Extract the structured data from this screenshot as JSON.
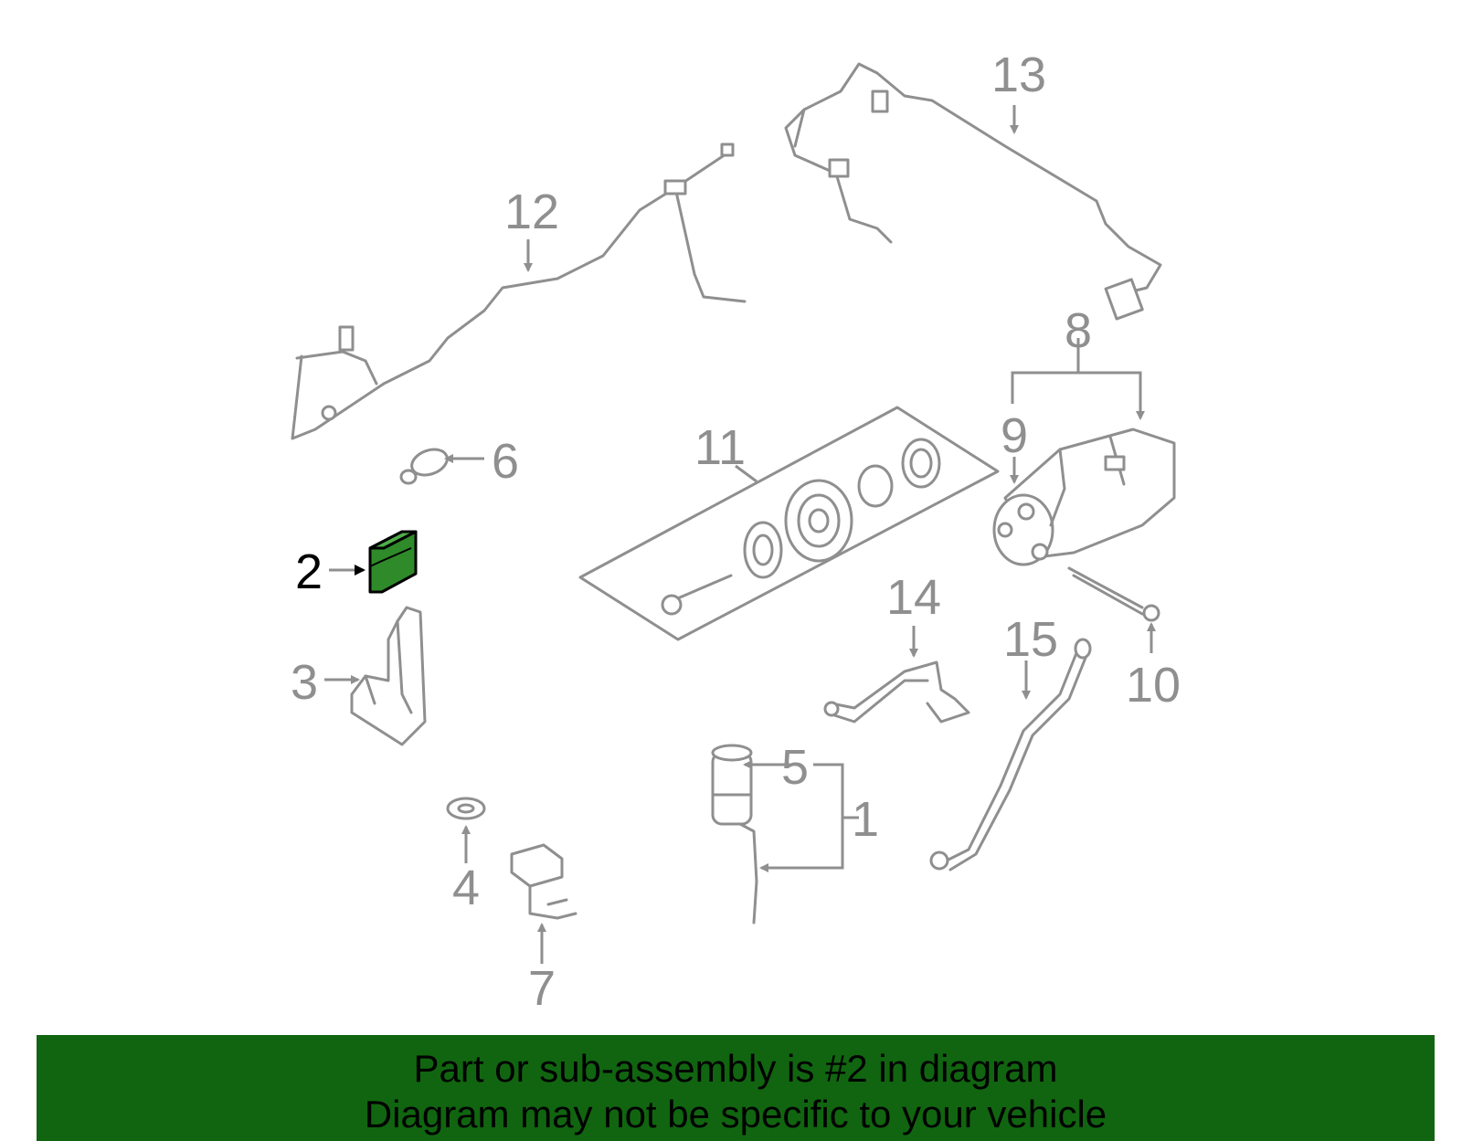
{
  "banner": {
    "line1": "Part or sub-assembly is #2 in diagram",
    "line2": "Diagram may not be specific to your vehicle",
    "background_color": "#116510"
  },
  "highlight_color": "#2f8a2a",
  "part_color": "#8f8f8f",
  "callouts": {
    "c1": "1",
    "c2": "2",
    "c3": "3",
    "c4": "4",
    "c5": "5",
    "c6": "6",
    "c7": "7",
    "c8": "8",
    "c9": "9",
    "c10": "10",
    "c11": "11",
    "c12": "12",
    "c13": "13",
    "c14": "14",
    "c15": "15"
  },
  "highlighted_part": "2"
}
